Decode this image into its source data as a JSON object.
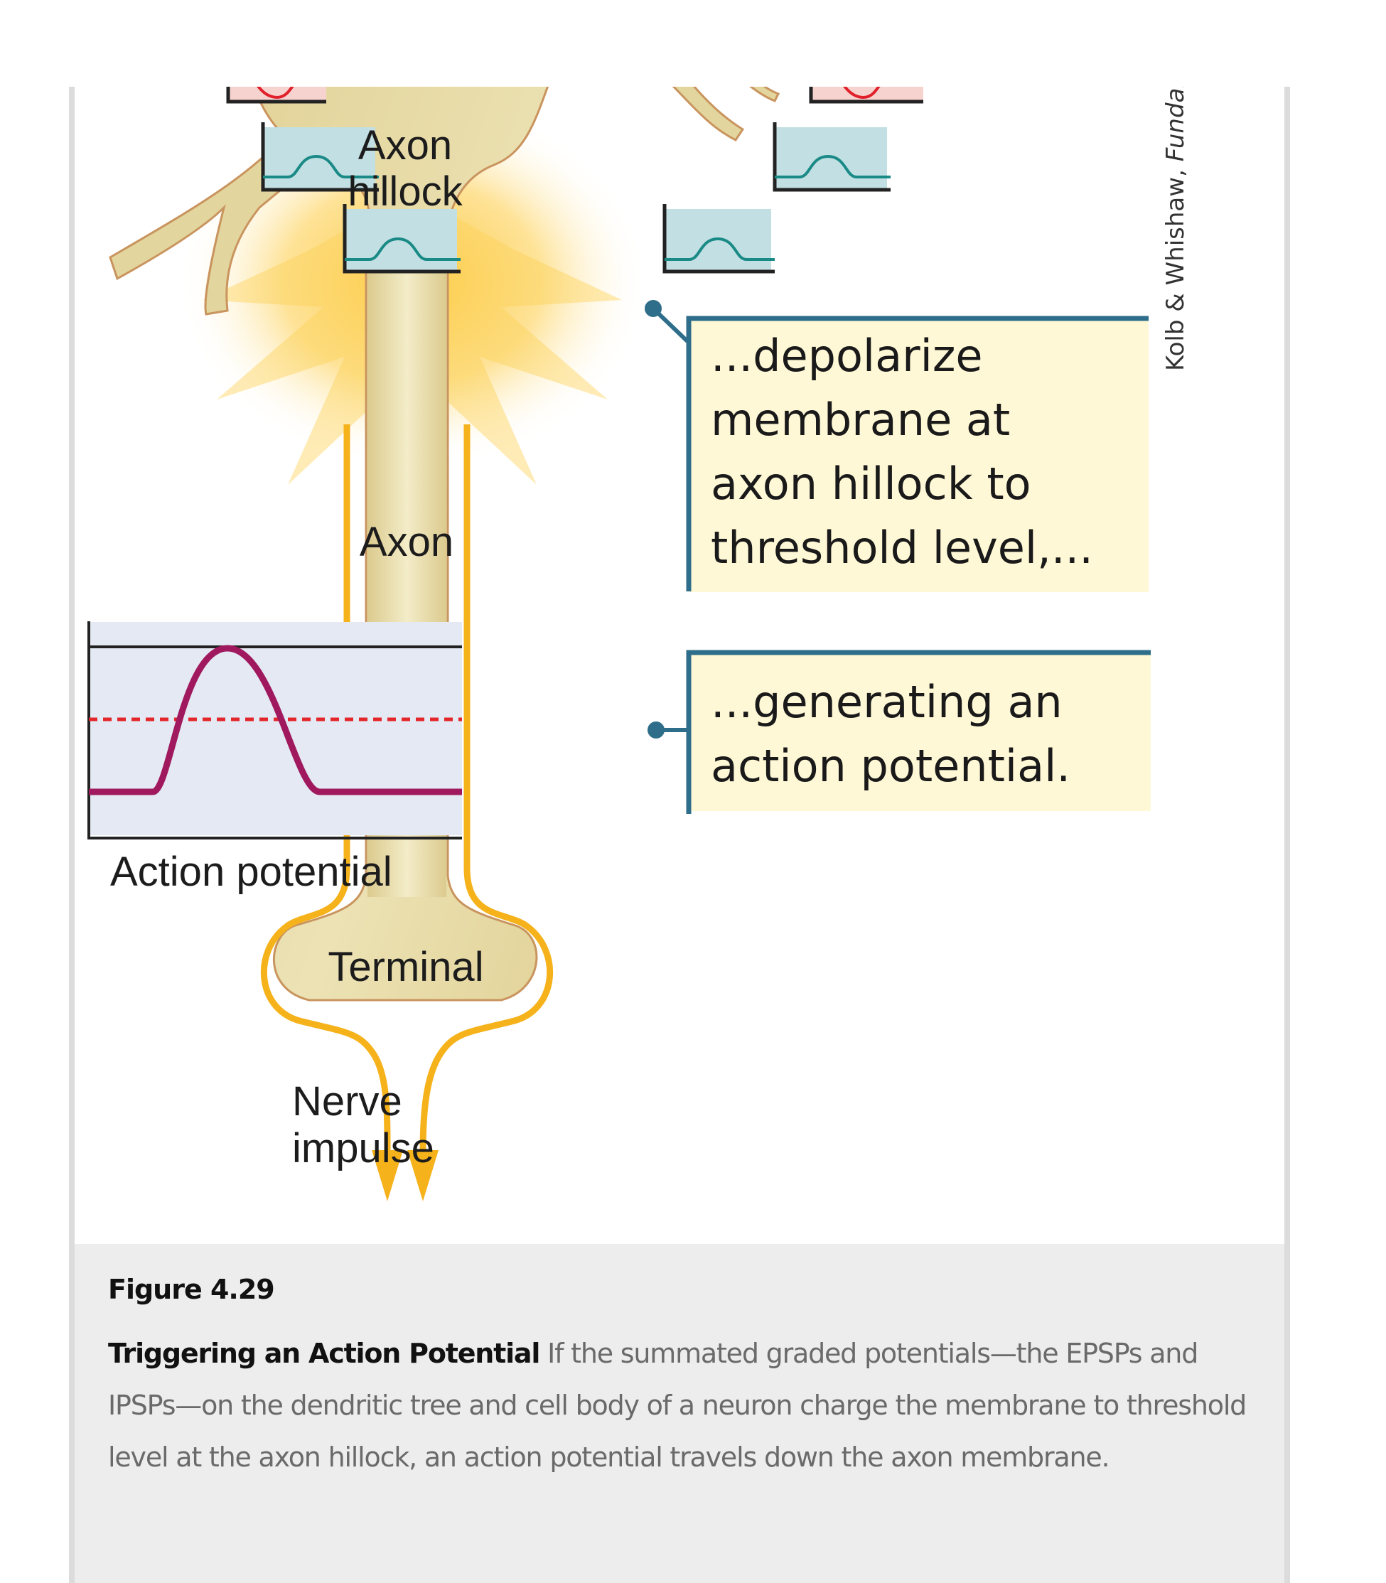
{
  "figure": {
    "labels": {
      "axon_hillock_line1": "Axon",
      "axon_hillock_line2": "hillock",
      "axon": "Axon",
      "terminal": "Terminal",
      "nerve_impulse_line1": "Nerve",
      "nerve_impulse_line2": "impulse",
      "action_potential": "Action potential"
    },
    "callouts": [
      {
        "lines": [
          "...depolarize",
          "membrane at",
          "axon hillock to",
          "threshold level,..."
        ]
      },
      {
        "lines": [
          "...generating an",
          "action potential."
        ]
      }
    ],
    "credit": {
      "authors": "Kolb & Whishaw, ",
      "title_fragment": "Fundam"
    },
    "colors": {
      "neuron_fill": "#e3d59e",
      "neuron_outline": "#c9945e",
      "epsp_box": "#c2dfe3",
      "epsp_trace": "#1a8a86",
      "ipsp_box": "#f7d3d0",
      "ipsp_trace": "#e0202a",
      "glow": "#fccf4f",
      "impulse_arrow": "#f5b21a",
      "callout_fill": "#fff8d6",
      "callout_border": "#2e6e8a",
      "ap_box": "#e4e9f4",
      "ap_trace": "#a0195e",
      "threshold_line": "#e3262a"
    }
  },
  "caption": {
    "figure_number": "Figure 4.29",
    "title": "Triggering an Action Potential",
    "body": " If the summated graded potentials—the EPSPs and IPSPs—on the dendritic tree and cell body of a neuron charge the membrane to threshold level at the axon hillock, an action potential travels down the axon membrane."
  }
}
